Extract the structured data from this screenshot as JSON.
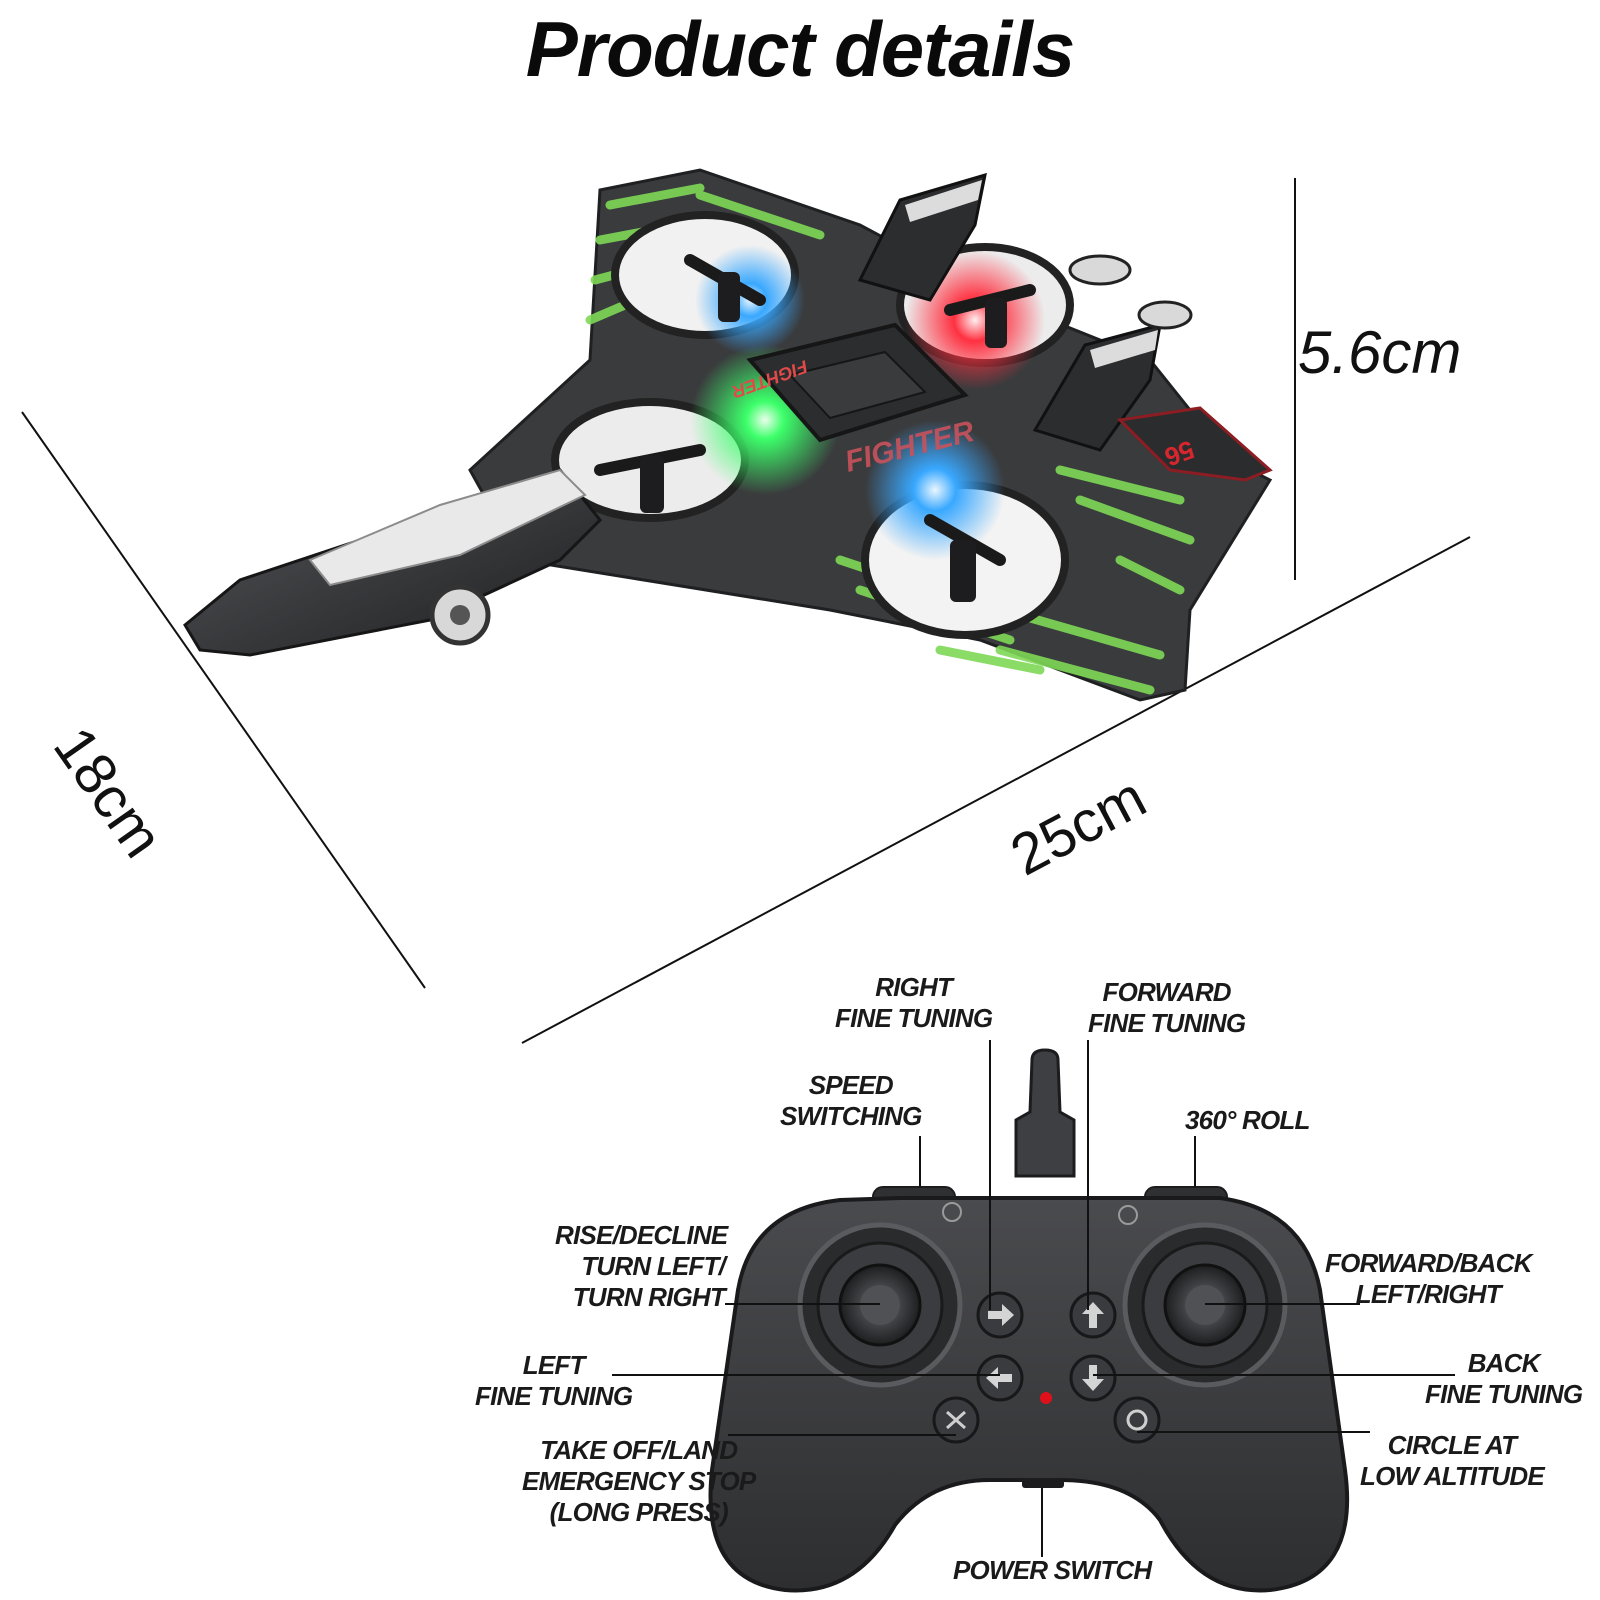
{
  "title": "Product details",
  "dimensions": {
    "height": "5.6cm",
    "width": "18cm",
    "length": "25cm"
  },
  "aircraft": {
    "nose_label": "FIGHTER",
    "wing_label": "FIGHTER",
    "tail_number": "56"
  },
  "colors": {
    "body": "#3a3b3d",
    "camo": "#7ed957",
    "led_green": "#3cff6a",
    "led_blue": "#39a8ff",
    "led_red": "#ff3040",
    "power_led": "#e0101a"
  },
  "controller_labels": {
    "right_fine_tuning": [
      "RIGHT",
      "FINE TUNING"
    ],
    "forward_fine_tuning": [
      "FORWARD",
      "FINE TUNING"
    ],
    "speed_switching": [
      "SPEED",
      "SWITCHING"
    ],
    "roll": "360° ROLL",
    "rise_decline": [
      "RISE/DECLINE",
      "TURN LEFT/",
      "TURN RIGHT"
    ],
    "forward_back": [
      "FORWARD/BACK",
      "LEFT/RIGHT"
    ],
    "left_fine_tuning": [
      "LEFT",
      "FINE TUNING"
    ],
    "back_fine_tuning": [
      "BACK",
      "FINE TUNING"
    ],
    "take_off": [
      "TAKE OFF/LAND",
      "EMERGENCY STOP",
      "(LONG PRESS)"
    ],
    "circle": [
      "CIRCLE AT",
      "LOW ALTITUDE"
    ],
    "power_switch": "POWER SWITCH"
  }
}
